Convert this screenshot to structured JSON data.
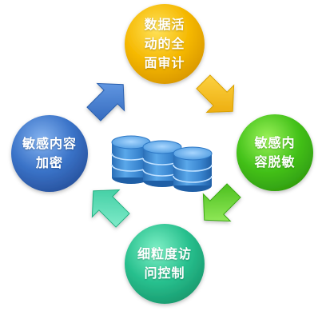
{
  "nodes": {
    "top": {
      "label_lines": [
        "数据活",
        "动的全",
        "面审计"
      ],
      "color": "#f5b800"
    },
    "right": {
      "label_lines": [
        "敏感内",
        "容脱敏"
      ],
      "color": "#44c21a"
    },
    "bottom": {
      "label_lines": [
        "细粒度访",
        "问控制"
      ],
      "color": "#28c08e"
    },
    "left": {
      "label_lines": [
        "敏感内容",
        "加密"
      ],
      "color": "#3a73c8"
    }
  },
  "arrows": {
    "top_to_right": {
      "color": "#f5b800",
      "icon": "arrow-down-right-icon"
    },
    "right_to_bottom": {
      "color": "#55cc22",
      "icon": "arrow-down-left-icon"
    },
    "bottom_to_left": {
      "color": "#30c8a0",
      "icon": "arrow-up-left-icon"
    },
    "left_to_top": {
      "color": "#3a73c8",
      "icon": "arrow-up-right-icon"
    }
  },
  "center": {
    "icon": "database-icon",
    "color": "#3f8fd4"
  }
}
